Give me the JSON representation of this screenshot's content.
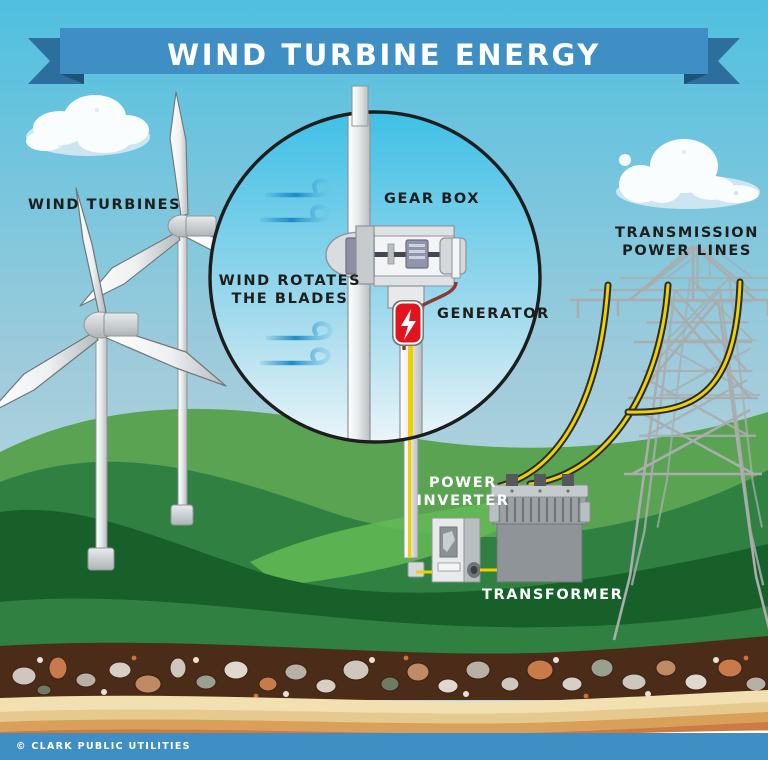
{
  "title": {
    "text": "WIND TURBINE ENERGY",
    "banner_color": "#3f8fc4",
    "banner_fold_color": "#2c6f9e",
    "text_color": "#ffffff"
  },
  "footer": {
    "text": "© CLARK PUBLIC UTILITIES",
    "band_color": "#3f8fc4",
    "text_color": "#ffffff"
  },
  "labels": {
    "wind_turbines": "WIND TURBINES",
    "transmission_power_lines": "TRANSMISSION\nPOWER LINES",
    "wind_rotates_the_blades": "WIND ROTATES\nTHE BLADES",
    "gear_box": "GEAR BOX",
    "generator": "GENERATOR",
    "power_inverter": "POWER\nINVERTER",
    "transformer": "TRANSFORMER"
  },
  "icons": {
    "wind_swirl": "wind-swirl-icon",
    "electricity_badge": "lightning-bolt-icon",
    "cloud_left": "cloud-icon",
    "cloud_right": "cloud-icon",
    "magnifier": "magnifier-circle"
  },
  "colors": {
    "sky_top": "#5cc3e2",
    "sky_bottom": "#c9dce2",
    "banner_blue": "#3f8fc4",
    "magnifier_sky_top": "#41bfe4",
    "magnifier_sky_bottom": "#e8f4f8",
    "hill_light": "#5aa352",
    "hill_mid": "#2f8041",
    "hill_dark": "#17602a",
    "hill_highlight": "#63bb55",
    "soil_rock": "#4a2c18",
    "soil_cream": "#f2e0b0",
    "soil_tan": "#d9a05b",
    "soil_orange": "#cd7a43",
    "water_top": "#2aa9d8",
    "water_bottom": "#3c9fc9",
    "tower_gray": "#d9dcdd",
    "metal_gray": "#9aa0a3",
    "pylon_gray": "#a9adae",
    "cable_yellow": "#f0d000",
    "cable_dark": "#2b2b2b",
    "badge_red": "#e0141f",
    "outline_dark": "#1d1d1d"
  },
  "scene": {
    "wind_turbines_count": 2,
    "blades_per_turbine": 3,
    "pylons_count": 3,
    "power_line_count": 3,
    "transformer_bushings": 3,
    "soil_layers": [
      "rock",
      "cream",
      "tan",
      "orange",
      "water"
    ]
  }
}
